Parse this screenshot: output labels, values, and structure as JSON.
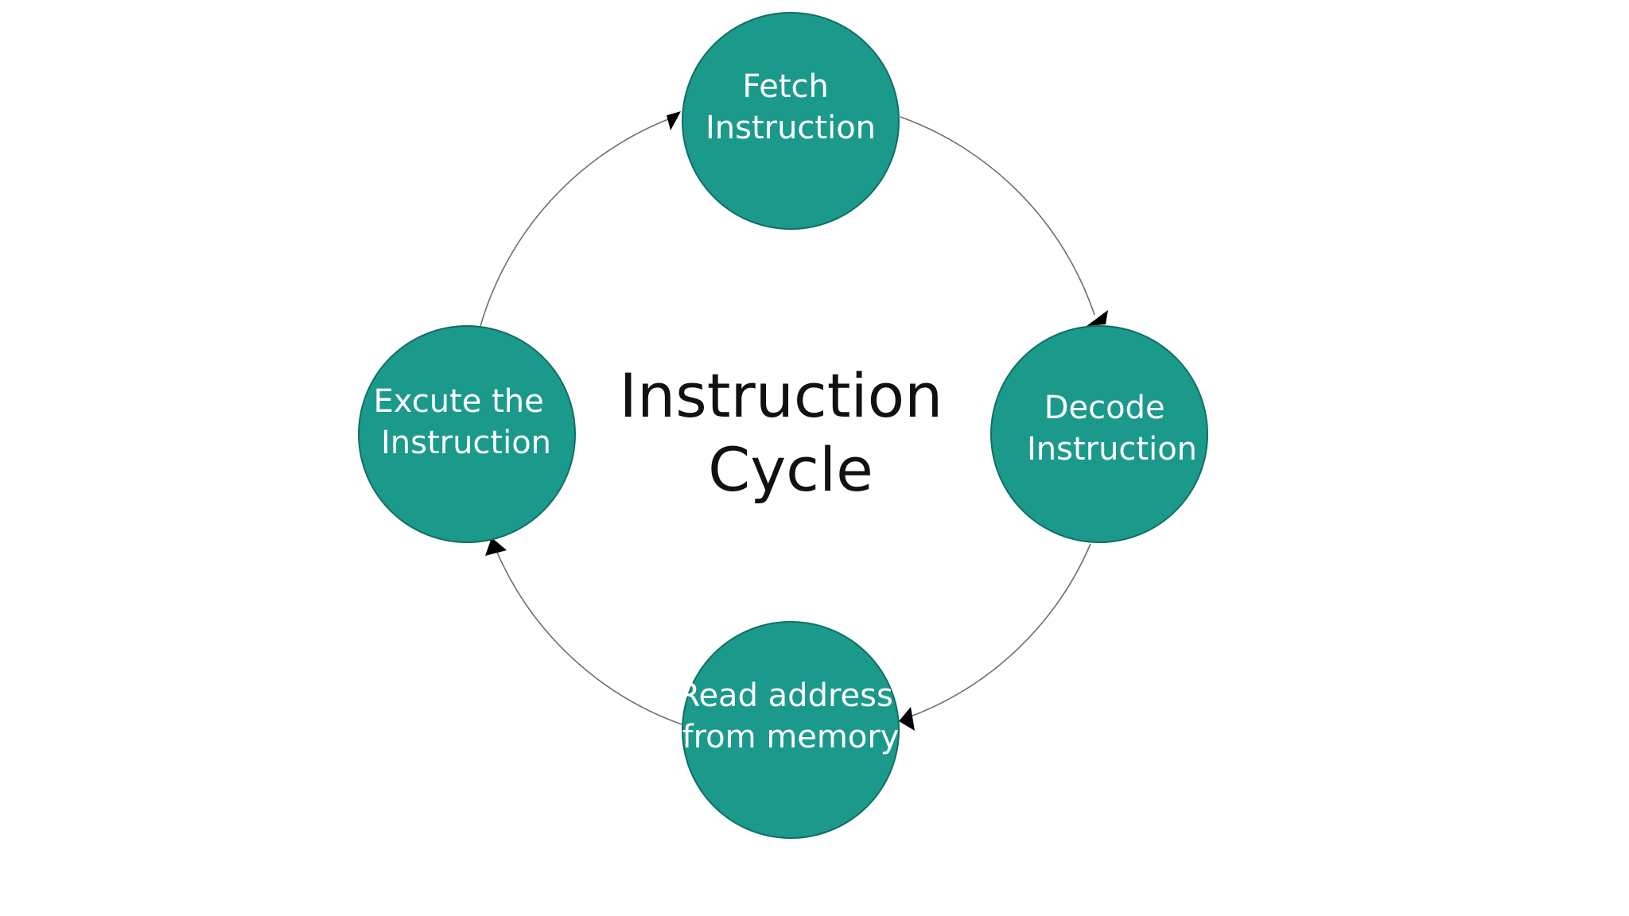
{
  "diagram": {
    "center_title": [
      "Instruction",
      "Cycle"
    ],
    "colors": {
      "node_fill": "#1b9a8b",
      "node_stroke": "#0f6f63",
      "node_text": "#ffffff",
      "arc": "#6f6f6f",
      "arrow": "#000000",
      "title": "#111111"
    },
    "nodes": [
      {
        "id": "fetch",
        "lines": [
          "Fetch",
          "Instruction"
        ]
      },
      {
        "id": "decode",
        "lines": [
          "Decode",
          "Instruction"
        ]
      },
      {
        "id": "read",
        "lines": [
          "Read address",
          "from memory"
        ]
      },
      {
        "id": "execute",
        "lines": [
          "Excute the",
          "Instruction"
        ]
      }
    ],
    "flow": [
      {
        "from": "fetch",
        "to": "decode"
      },
      {
        "from": "decode",
        "to": "read"
      },
      {
        "from": "read",
        "to": "execute"
      },
      {
        "from": "execute",
        "to": "fetch"
      }
    ]
  }
}
